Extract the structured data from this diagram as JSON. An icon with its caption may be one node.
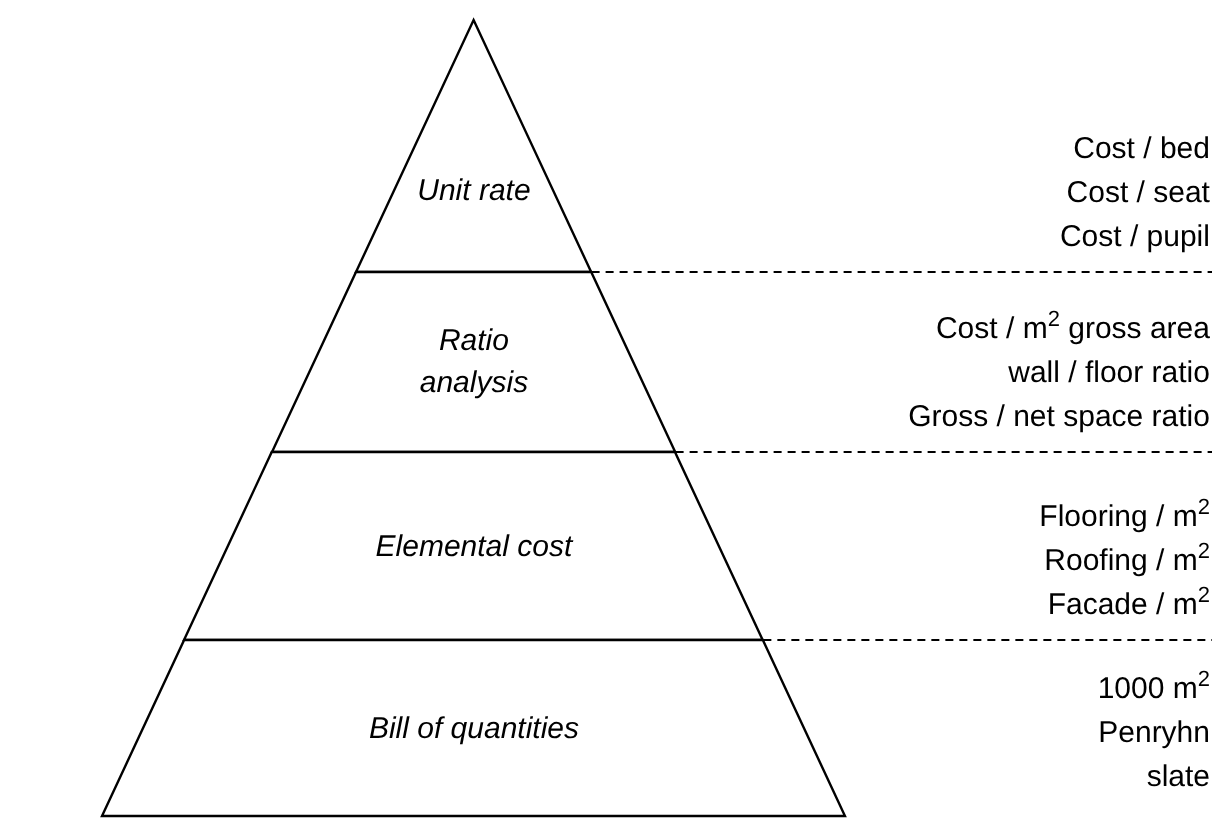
{
  "diagram": {
    "nodes": [
      {
        "text": [
          "Unit rate"
        ],
        "beside": [
          "Cost / bed",
          "Cost / seat",
          "Cost / pupil"
        ]
      },
      {
        "text": [
          "Ratio analysis"
        ],
        "beside": [
          "Cost / m$^{2}$ gross area",
          "wall / floor ratio",
          "Gross / net space ratio"
        ]
      },
      {
        "text": [
          "Elemental cost"
        ],
        "beside": [
          "Flooring / m$^{2}$",
          "Roofing / m$^{2}$",
          "Facade / m$^{2}$"
        ]
      },
      {
        "text": [
          "Bill of quantities"
        ]
      }
    ],
    "labels": [
      "1000 m$^{2}$ Penryhn slate"
    ]
  }
}
